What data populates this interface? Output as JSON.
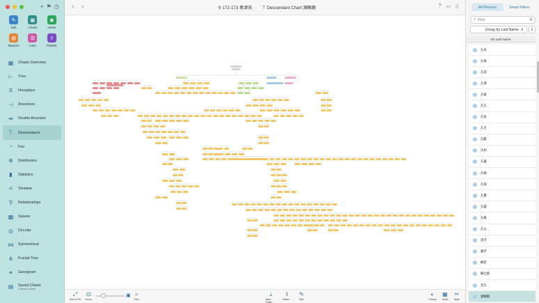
{
  "sidebar": {
    "big_buttons": [
      {
        "label": "Edit",
        "icon": "pencil-icon",
        "color": "#3a86c8",
        "glyph": "✎"
      },
      {
        "label": "Charts",
        "icon": "charts-icon",
        "color": "#2d8d8a",
        "glyph": "▦"
      },
      {
        "label": "Views",
        "icon": "eye-icon",
        "color": "#2aa55a",
        "glyph": "◉"
      },
      {
        "label": "Reports",
        "icon": "reports-icon",
        "color": "#e2873a",
        "glyph": "▤"
      },
      {
        "label": "Lists",
        "icon": "lists-icon",
        "color": "#c95aa5",
        "glyph": "☰"
      },
      {
        "label": "Publish",
        "icon": "publish-icon",
        "color": "#7a4bc2",
        "glyph": "⇪"
      }
    ],
    "items": [
      {
        "label": "Charts Overview",
        "icon": "charts-overview-icon",
        "glyph": "▦"
      },
      {
        "label": "Tree",
        "icon": "tree-icon",
        "glyph": "⊢"
      },
      {
        "label": "Hourglass",
        "icon": "hourglass-icon",
        "glyph": "⧖"
      },
      {
        "label": "Ancestors",
        "icon": "ancestors-icon",
        "glyph": "⊣"
      },
      {
        "label": "Double Ancestor",
        "icon": "double-ancestor-icon",
        "glyph": "⇹"
      },
      {
        "label": "Descendants",
        "icon": "descendants-icon",
        "glyph": "⊤"
      },
      {
        "label": "Fan",
        "icon": "fan-icon",
        "glyph": "◔"
      },
      {
        "label": "Distribution",
        "icon": "distribution-icon",
        "glyph": "⊕"
      },
      {
        "label": "Statistics",
        "icon": "statistics-icon",
        "glyph": "▮"
      },
      {
        "label": "Timeline",
        "icon": "timeline-icon",
        "glyph": "≡"
      },
      {
        "label": "Relationships",
        "icon": "relationships-icon",
        "glyph": "⚲"
      },
      {
        "label": "Square",
        "icon": "square-icon",
        "glyph": "▩"
      },
      {
        "label": "Circular",
        "icon": "circular-icon",
        "glyph": "◎"
      },
      {
        "label": "Symmetrical",
        "icon": "symmetrical-icon",
        "glyph": "⋈"
      },
      {
        "label": "Fractal Tree",
        "icon": "fractal-tree-icon",
        "glyph": "⋔"
      },
      {
        "label": "Genogram",
        "icon": "genogram-icon",
        "glyph": "⚭"
      },
      {
        "label": "Saved Charts",
        "icon": "saved-charts-icon",
        "glyph": "▤",
        "sub": "0 Saved Charts"
      }
    ],
    "active_index": 5
  },
  "toolbar": {
    "back": "‹",
    "forward": "›",
    "person": "172-173 島津氏",
    "chart": "Descendant Chart 源頼朝",
    "help": "?",
    "sidebar_toggle": "▭",
    "panel_toggle": "▯"
  },
  "bottombar": {
    "items": [
      {
        "label": "Size to Fit",
        "icon": "size-to-fit-icon",
        "glyph": "⤢"
      },
      {
        "label": "Focus",
        "icon": "focus-icon",
        "glyph": "⊡"
      },
      {
        "label": "Find",
        "icon": "find-icon",
        "glyph": "⌕"
      },
      {
        "label": "Save Chart...",
        "icon": "save-chart-icon",
        "glyph": "⤓"
      },
      {
        "label": "Share...",
        "icon": "share-icon",
        "glyph": "⇪"
      },
      {
        "label": "Edit",
        "icon": "edit-icon",
        "glyph": "✎"
      },
      {
        "label": "Theme",
        "icon": "theme-icon",
        "glyph": "◐"
      },
      {
        "label": "Chart",
        "icon": "chart-icon",
        "glyph": "▦"
      },
      {
        "label": "Style",
        "icon": "style-icon",
        "glyph": "✂"
      }
    ],
    "zoom_level": 0.25
  },
  "rpanel": {
    "tab_all": "All Persons",
    "tab_smart": "Smart Filters",
    "find_placeholder": "Find",
    "group_by": "Group by Last Name",
    "section": "No Last Name",
    "persons": [
      "久光",
      "久栄",
      "久宗",
      "久清",
      "久泰",
      "久久",
      "久長",
      "久吉",
      "久範",
      "久利",
      "久喜",
      "久柄",
      "久保",
      "久豊",
      "久盛",
      "久隆",
      "久公",
      "忠子",
      "兼子",
      "綱忠",
      "綱之助",
      "元久",
      "源頼朝"
    ],
    "selected_index": 22
  }
}
